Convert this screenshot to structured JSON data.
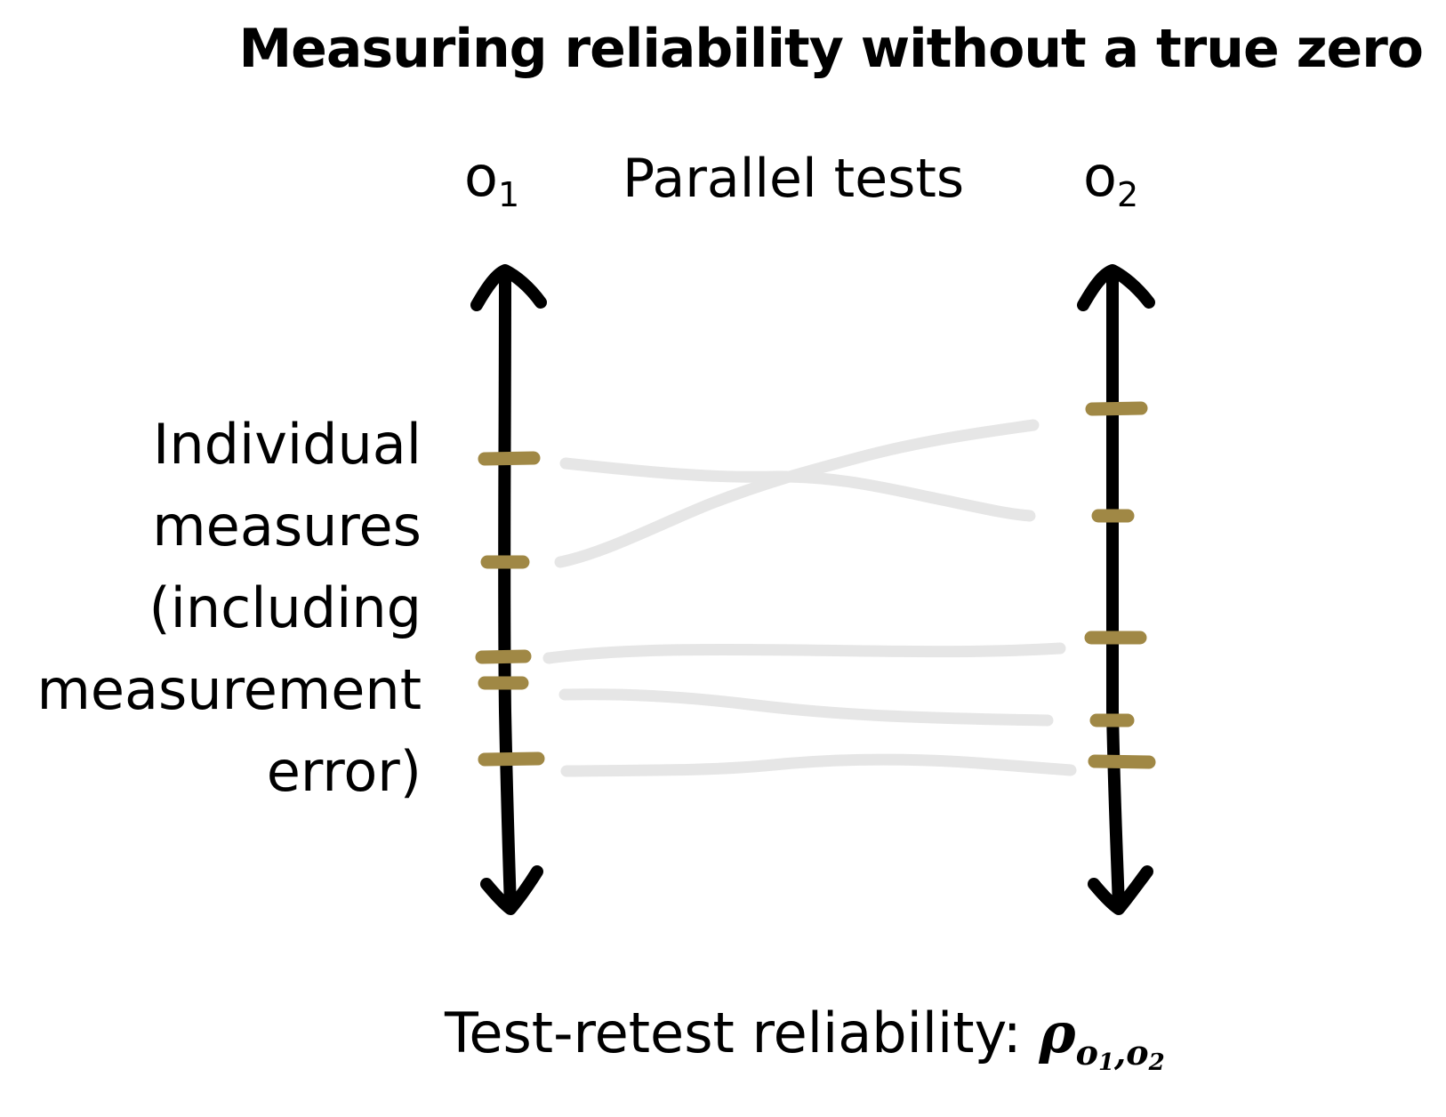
{
  "title": "Measuring reliability without a true zero",
  "axes": {
    "left": {
      "name": "o",
      "subscript": "1"
    },
    "right": {
      "name": "o",
      "subscript": "2"
    }
  },
  "center_label": "Parallel tests",
  "side_label": [
    "Individual",
    "measures",
    "(including",
    "measurement",
    "error)"
  ],
  "footer": {
    "prefix": "Test-retest reliability: ",
    "symbol": "ρ",
    "subscript_a": "o",
    "subscript_a_index": "1",
    "separator": ",",
    "subscript_b": "o",
    "subscript_b_index": "2"
  },
  "colors": {
    "axis": "#000000",
    "tick": "#a08845",
    "connector": "#e6e6e6"
  },
  "pairs": [
    {
      "left_rank": 1,
      "right_rank": 2
    },
    {
      "left_rank": 2,
      "right_rank": 1
    },
    {
      "left_rank": 3,
      "right_rank": 3
    },
    {
      "left_rank": 4,
      "right_rank": 4
    },
    {
      "left_rank": 5,
      "right_rank": 5
    }
  ]
}
